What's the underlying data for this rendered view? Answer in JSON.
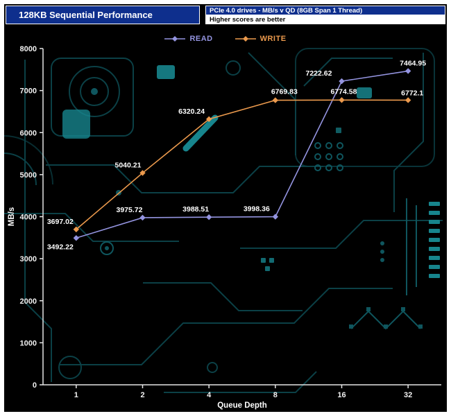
{
  "header": {
    "title": "128KB Sequential Performance",
    "subtitle_top": "PCIe 4.0 drives - MB/s v QD (8GB Span 1 Thread)",
    "subtitle_bottom": "Higher scores are better"
  },
  "legend": [
    {
      "label": "READ",
      "color": "#9494e0"
    },
    {
      "label": "WRITE",
      "color": "#ec9a4d"
    }
  ],
  "chart_data": {
    "type": "line",
    "title": "128KB Sequential Performance",
    "categories": [
      "1",
      "2",
      "4",
      "8",
      "16",
      "32"
    ],
    "series": [
      {
        "name": "READ",
        "color": "#9494e0",
        "values": [
          3492.22,
          3975.72,
          3988.51,
          3998.36,
          7222.62,
          7464.95
        ]
      },
      {
        "name": "WRITE",
        "color": "#ec9a4d",
        "values": [
          3697.02,
          5040.21,
          6320.24,
          6769.83,
          6774.58,
          6772.1
        ]
      }
    ],
    "xlabel": "Queue Depth",
    "ylabel": "MB/s",
    "ylim": [
      0,
      8000
    ],
    "yticks": [
      0,
      1000,
      2000,
      3000,
      4000,
      5000,
      6000,
      7000,
      8000
    ],
    "grid": false,
    "legend_position": "top",
    "marker": "diamond"
  },
  "colors": {
    "page_background": "#000000",
    "frame": "#ffffff",
    "header_blue": "#0e2f8d",
    "axis": "#e6e6e6",
    "circuit_dim": "#0b4046",
    "circuit_mid": "#0f565e",
    "circuit_bright": "#17858d"
  }
}
